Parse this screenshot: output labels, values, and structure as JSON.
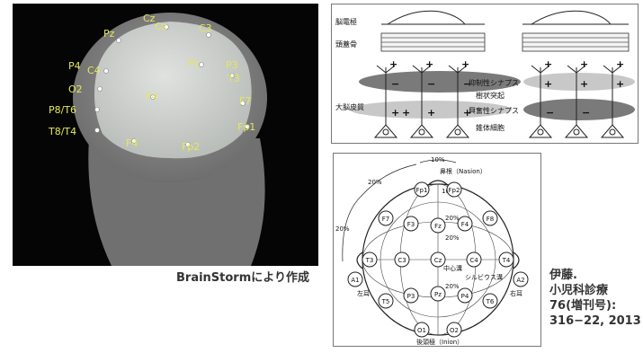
{
  "brain_panel": {
    "electrodes": [
      "Cz",
      "C3",
      "Pz",
      "P4",
      "C4",
      "O2",
      "P8/T6",
      "T8/T4",
      "Pz",
      "P3",
      "T3",
      "F7",
      "Fp1",
      "F4",
      "Fp2"
    ],
    "electrode_overlap": "Cz",
    "caption": "BrainStormにより作成"
  },
  "cortex_panel": {
    "labels": {
      "electrode": "脳電極",
      "skull": "頭蓋骨",
      "cortex": "大脳皮質",
      "inhibitory": "抑制性シナプス",
      "dendrite": "樹状突起",
      "excitatory": "興奮性シナプス",
      "pyramidal": "錐体細胞"
    },
    "signs": [
      "+",
      "+",
      "+",
      "+",
      "+",
      "+",
      "+",
      "+",
      "+",
      "+",
      "+",
      "+",
      "+",
      "−",
      "−",
      "−",
      "−",
      "−"
    ]
  },
  "system_1020": {
    "percent_10_top": "10%",
    "percent_20_a": "20%",
    "percent_20_b": "20%",
    "nasion": "鼻根（Nasion）",
    "inion": "後頭極（Inion）",
    "central_sulcus": "中心溝",
    "sylvian": "シルビウス溝",
    "left_ear": "左耳",
    "right_ear": "右耳",
    "inner_pcts": [
      "10%",
      "20%",
      "20%",
      "20%"
    ],
    "electrodes": [
      {
        "id": "fp1",
        "label": "Fp1"
      },
      {
        "id": "fp2",
        "label": "Fp2"
      },
      {
        "id": "f7",
        "label": "F7"
      },
      {
        "id": "f3",
        "label": "F3"
      },
      {
        "id": "fz",
        "label": "Fz"
      },
      {
        "id": "f4",
        "label": "F4"
      },
      {
        "id": "f8",
        "label": "F8"
      },
      {
        "id": "t3",
        "label": "T3"
      },
      {
        "id": "c3",
        "label": "C3"
      },
      {
        "id": "cz",
        "label": "Cz"
      },
      {
        "id": "c4",
        "label": "C4"
      },
      {
        "id": "t4",
        "label": "T4"
      },
      {
        "id": "t5",
        "label": "T5"
      },
      {
        "id": "p3",
        "label": "P3"
      },
      {
        "id": "pz",
        "label": "Pz"
      },
      {
        "id": "p4",
        "label": "P4"
      },
      {
        "id": "t6",
        "label": "T6"
      },
      {
        "id": "o1",
        "label": "O1"
      },
      {
        "id": "o2",
        "label": "O2"
      },
      {
        "id": "a1",
        "label": "A1"
      },
      {
        "id": "a2",
        "label": "A2"
      }
    ]
  },
  "reference": {
    "line1": "伊藤.",
    "line2": "小児科診療",
    "line3": "76(増刊号):",
    "line4": "316−22, 2013"
  }
}
